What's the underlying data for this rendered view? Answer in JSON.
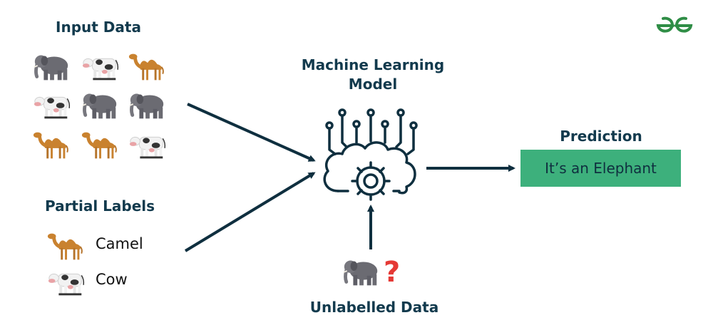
{
  "headings": {
    "input_data": "Input Data",
    "ml_model_line1": "Machine Learning",
    "ml_model_line2": "Model",
    "partial_labels": "Partial Labels",
    "prediction": "Prediction",
    "unlabelled_data": "Unlabelled Data"
  },
  "labels": [
    {
      "animal": "camel",
      "text": "Camel"
    },
    {
      "animal": "cow",
      "text": "Cow"
    }
  ],
  "input_grid": [
    [
      "elephant",
      "cow",
      "camel"
    ],
    [
      "cow",
      "elephant",
      "elephant"
    ],
    [
      "camel",
      "camel",
      "cow"
    ]
  ],
  "unlabelled_animal": "elephant",
  "question_mark": "?",
  "prediction_text": "It’s an Elephant",
  "colors": {
    "heading": "#123a4d",
    "arrow": "#0f2f3f",
    "prediction_box": "#3db07c",
    "question_mark": "#e53935",
    "logo": "#2f8d46"
  },
  "icons": {
    "ml_model": "brain-gear-circuit-icon",
    "logo": "gfg-logo-icon"
  }
}
